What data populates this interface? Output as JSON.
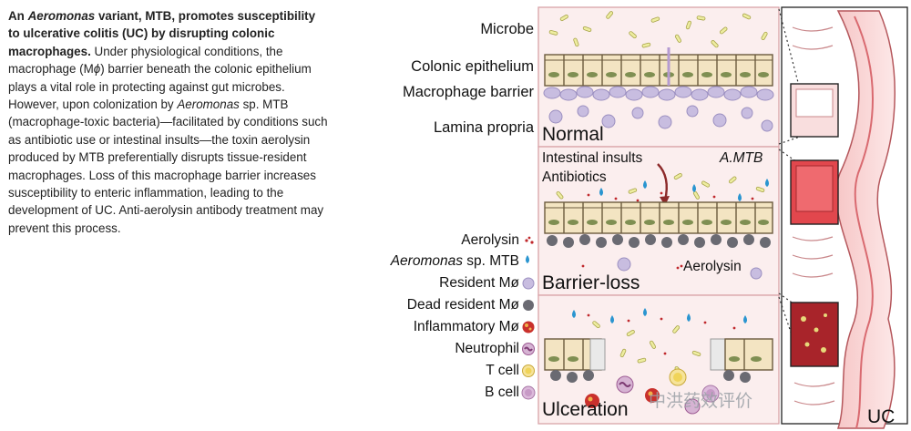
{
  "abstract": {
    "t1": "An ",
    "t2": "Aeromonas",
    "t3": " variant, MTB, promotes susceptibility to ulcerative colitis (UC) by disrupting colonic macrophages.",
    "t4": " Under physiological conditions, the macrophage (M",
    "t5": "ϕ",
    "t6": ") barrier beneath the colonic epithelium plays a vital role in protecting against gut microbes. However, upon colonization by ",
    "t7": "Aeromonas",
    "t8": " sp. MTB (macrophage-toxic bacteria)—facilitated by conditions such as antibiotic use or intestinal insults—the toxin aerolysin produced by MTB preferentially disrupts tissue-resident macrophages. Loss of this macrophage barrier increases susceptibility to enteric inflammation, leading to the development of UC. Anti-aerolysin antibody treatment may prevent this process."
  },
  "layer_labels": {
    "microbe": "Microbe",
    "colonic_epithelium": "Colonic epithelium",
    "macrophage_barrier": "Macrophage barrier",
    "lamina_propria": "Lamina propria"
  },
  "legend": {
    "aerolysin": "Aerolysin",
    "aeromonas_italic": "Aeromonas",
    "aeromonas_rest": " sp. MTB",
    "resident": "Resident Mø",
    "dead_resident": "Dead resident Mø",
    "inflammatory": "Inflammatory Mø",
    "neutrophil": "Neutrophil",
    "t_cell": "T cell",
    "b_cell": "B cell"
  },
  "panels": {
    "normal": "Normal",
    "barrier_loss": "Barrier-loss",
    "ulceration": "Ulceration",
    "uc": "UC",
    "intestinal_insults": "Intestinal insults",
    "antibiotics": "Antibiotics",
    "a_mtb": "A.MTB",
    "aerolysin_note": "Aerolysin"
  },
  "watermark": "中洪药效评价",
  "colors": {
    "panel_bg": "#fbeeee",
    "panel_border": "#d9a3a8",
    "epithelium": "#f3e4c2",
    "epithelium_border": "#6b5a3e",
    "nucleus": "#7f8f52",
    "macrophage": "#c8bde0",
    "dead_macrophage": "#6a6a72",
    "inflammatory": "#c9302c",
    "neutrophil": "#9d5a93",
    "t_cell": "#f0d45a",
    "b_cell": "#c79ac6",
    "microbe": "#e7e69a",
    "mtb": "#2a95d0",
    "aerolysin": "#c0282c",
    "colon_red": "#e2474d"
  }
}
